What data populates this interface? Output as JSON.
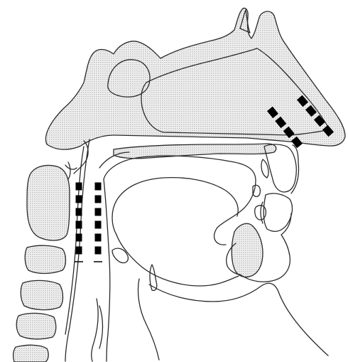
{
  "diagram": {
    "view": "midsagittal",
    "colors": {
      "background": "#ffffff",
      "outline": "#2a2a2a",
      "shading": "#d2d2d2",
      "dash_marks": "#000000"
    },
    "dash_lines": [
      {
        "name": "nasal-upper-dashes",
        "count": 4
      },
      {
        "name": "nasal-lower-dashes",
        "count": 4
      },
      {
        "name": "pharynx-posterior-dashes",
        "count": 6
      },
      {
        "name": "pharynx-anterior-dashes",
        "count": 6
      }
    ]
  }
}
